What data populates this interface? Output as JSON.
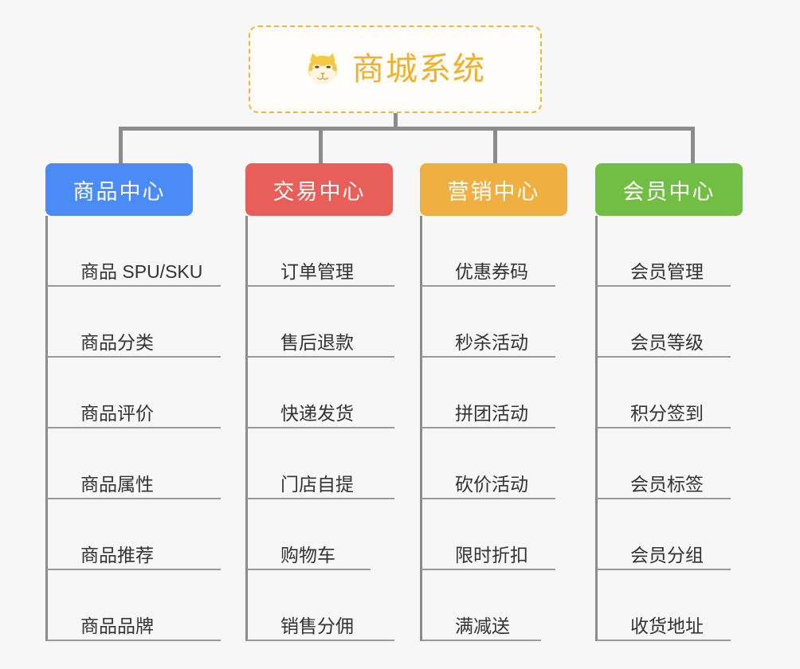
{
  "root": {
    "icon": "shiba-dog-face-icon",
    "icon_glyph": "🐶",
    "title": "商城系统",
    "title_color": "#f0b02e",
    "border_color": "#f2b632"
  },
  "canvas": {
    "background": "#f7f7f7",
    "connector_color": "#8c8c8c",
    "leaf_rule_color": "#9a9a9a",
    "leaf_text_color": "#333333"
  },
  "categories": [
    {
      "label": "商品中心",
      "color": "#4a8bf5",
      "items": [
        "商品 SPU/SKU",
        "商品分类",
        "商品评价",
        "商品属性",
        "商品推荐",
        "商品品牌"
      ]
    },
    {
      "label": "交易中心",
      "color": "#e75f58",
      "items": [
        "订单管理",
        "售后退款",
        "快递发货",
        "门店自提",
        "购物车",
        "销售分佣"
      ]
    },
    {
      "label": "营销中心",
      "color": "#efaf41",
      "items": [
        "优惠券码",
        "秒杀活动",
        "拼团活动",
        "砍价活动",
        "限时折扣",
        "满减送"
      ]
    },
    {
      "label": "会员中心",
      "color": "#72bd43",
      "items": [
        "会员管理",
        "会员等级",
        "积分签到",
        "会员标签",
        "会员分组",
        "收货地址"
      ]
    }
  ],
  "layout": {
    "column_lefts": [
      57,
      308,
      527,
      747
    ],
    "column_box_widths": [
      185,
      185,
      185,
      185
    ],
    "leaf_widths": [
      218,
      185,
      168,
      155
    ],
    "leaf_height": 89,
    "drop_lefts": [
      149,
      400,
      619,
      867
    ]
  }
}
